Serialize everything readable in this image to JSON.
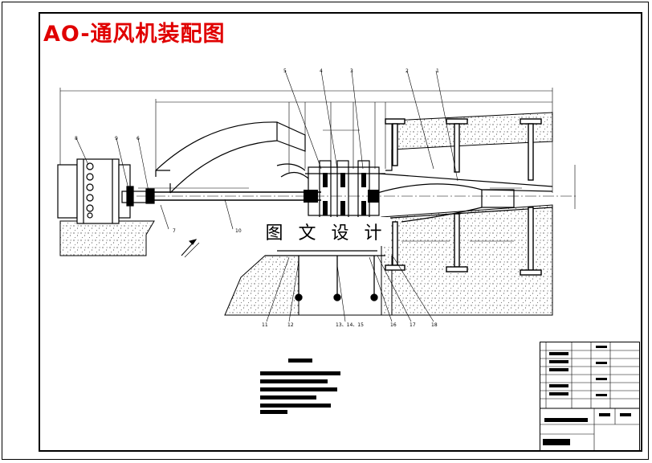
{
  "title": "AO-通风机装配图",
  "watermark": "图 文 设 计",
  "part_numbers": [
    "1",
    "2",
    "3",
    "4",
    "5",
    "6",
    "7",
    "8",
    "9",
    "10",
    "11",
    "12",
    "13、14、15",
    "16",
    "17",
    "18"
  ],
  "colors": {
    "title": "#e00000",
    "line": "#000000",
    "concrete": "#888888"
  }
}
